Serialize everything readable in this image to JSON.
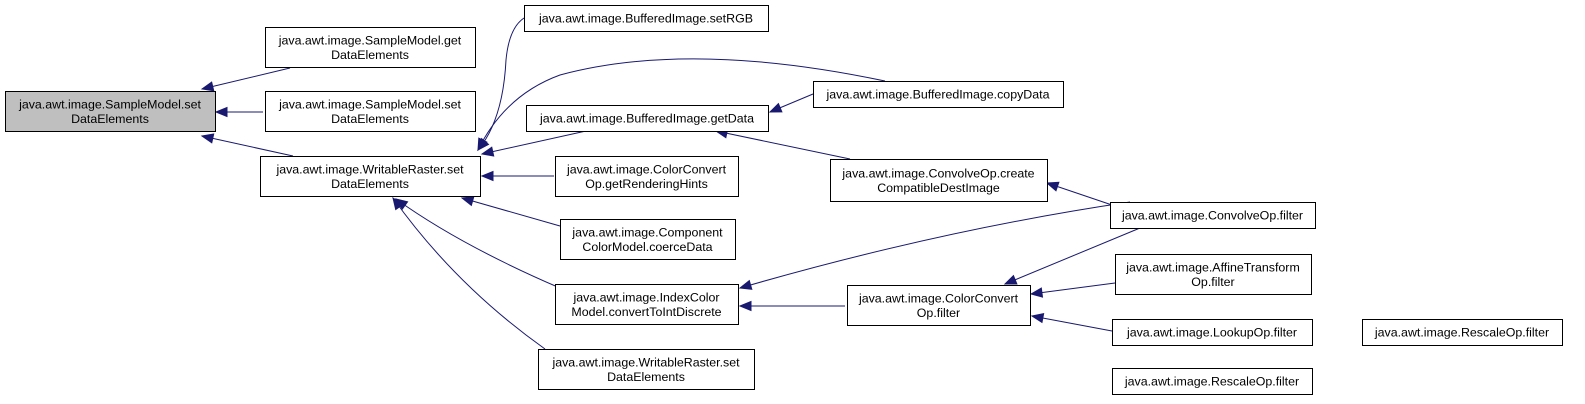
{
  "colors": {
    "node_fill": "#ffffff",
    "root_fill": "#bfbfbf",
    "node_stroke": "#000000",
    "edge": "#191970"
  },
  "nodes": [
    {
      "id": "n0",
      "lines": [
        "java.awt.image.SampleModel.set",
        "DataElements"
      ],
      "root": true
    },
    {
      "id": "n1",
      "lines": [
        "java.awt.image.SampleModel.get",
        "DataElements"
      ]
    },
    {
      "id": "n2",
      "lines": [
        "java.awt.image.SampleModel.set",
        "DataElements"
      ]
    },
    {
      "id": "n3",
      "lines": [
        "java.awt.image.WritableRaster.set",
        "DataElements"
      ]
    },
    {
      "id": "n4",
      "lines": [
        "java.awt.image.BufferedImage.setRGB"
      ]
    },
    {
      "id": "n5",
      "lines": [
        "java.awt.image.BufferedImage.getData"
      ]
    },
    {
      "id": "n6",
      "lines": [
        "java.awt.image.ColorConvert",
        "Op.getRenderingHints"
      ]
    },
    {
      "id": "n7",
      "lines": [
        "java.awt.image.Component",
        "ColorModel.coerceData"
      ]
    },
    {
      "id": "n8",
      "lines": [
        "java.awt.image.IndexColor",
        "Model.convertToIntDiscrete"
      ]
    },
    {
      "id": "n9",
      "lines": [
        "java.awt.image.WritableRaster.set",
        "DataElements"
      ]
    },
    {
      "id": "n10",
      "lines": [
        "java.awt.image.BufferedImage.copyData"
      ]
    },
    {
      "id": "n11",
      "lines": [
        "java.awt.image.ConvolveOp.create",
        "CompatibleDestImage"
      ]
    },
    {
      "id": "n12",
      "lines": [
        "java.awt.image.ColorConvert",
        "Op.filter"
      ]
    },
    {
      "id": "n13",
      "lines": [
        "java.awt.image.ConvolveOp.filter"
      ]
    },
    {
      "id": "n14",
      "lines": [
        "java.awt.image.AffineTransform",
        "Op.filter"
      ]
    },
    {
      "id": "n15",
      "lines": [
        "java.awt.image.LookupOp.filter"
      ]
    },
    {
      "id": "n16",
      "lines": [
        "java.awt.image.RescaleOp.filter"
      ]
    },
    {
      "id": "n17",
      "lines": [
        "java.awt.image.RescaleOp.filter"
      ]
    }
  ],
  "edges": [
    {
      "from": "n1",
      "to": "n0"
    },
    {
      "from": "n2",
      "to": "n0"
    },
    {
      "from": "n3",
      "to": "n0"
    },
    {
      "from": "n4",
      "to": "n3"
    },
    {
      "from": "n10",
      "to": "n3"
    },
    {
      "from": "n5",
      "to": "n3"
    },
    {
      "from": "n6",
      "to": "n3"
    },
    {
      "from": "n7",
      "to": "n3"
    },
    {
      "from": "n8",
      "to": "n3"
    },
    {
      "from": "n9",
      "to": "n3"
    },
    {
      "from": "n10",
      "to": "n5"
    },
    {
      "from": "n11",
      "to": "n5"
    },
    {
      "from": "n13",
      "to": "n11"
    },
    {
      "from": "n13",
      "to": "n8"
    },
    {
      "from": "n12",
      "to": "n8"
    },
    {
      "from": "n13",
      "to": "n12"
    },
    {
      "from": "n14",
      "to": "n12"
    },
    {
      "from": "n15",
      "to": "n12"
    },
    {
      "from": "n16",
      "to": "n12"
    },
    {
      "from": "n17",
      "to": "n15"
    }
  ]
}
